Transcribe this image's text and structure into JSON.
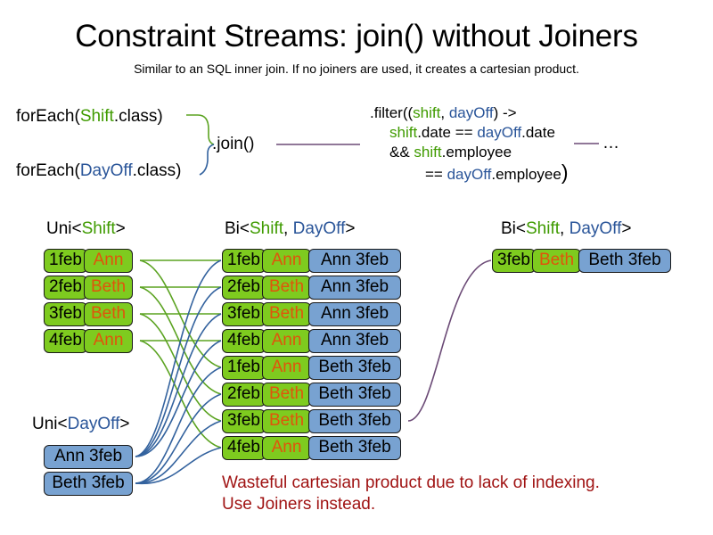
{
  "header": {
    "title": "Constraint Streams: join() without Joiners",
    "subtitle": "Similar to an SQL inner join. If no joiners are used, it creates a cartesian product."
  },
  "code": {
    "foreach_shift": {
      "prefix": "forEach(",
      "type": "Shift",
      "suffix": ".class)"
    },
    "foreach_dayoff": {
      "prefix": "forEach(",
      "type": "DayOff",
      "suffix": ".class)"
    },
    "join_label": ".join()",
    "ellipsis": "…",
    "filter": {
      "line1_a": ".filter(",
      "line1_open": "(",
      "line1_p1": "shift",
      "line1_comma": ", ",
      "line1_p2": "dayOff",
      "line1_b": ") ->",
      "line2_p1": "shift",
      "line2_mid": ".date == ",
      "line2_p2": "dayOff",
      "line2_end": ".date",
      "line3_and": "&& ",
      "line3_p1": "shift",
      "line3_end": ".employee",
      "line4_eq": "== ",
      "line4_p1": "dayOff",
      "line4_end": ".employee",
      "line4_close": ")"
    }
  },
  "captions": {
    "uni_shift": {
      "pre": "Uni<",
      "type": "Shift",
      "post": ">"
    },
    "bi_mid": {
      "pre": "Bi<",
      "t1": "Shift",
      "sep": ", ",
      "t2": "DayOff",
      "post": ">"
    },
    "bi_right": {
      "pre": "Bi<",
      "t1": "Shift",
      "sep": ", ",
      "t2": "DayOff",
      "post": ">"
    },
    "uni_dayoff": {
      "pre": "Uni<",
      "type": "DayOff",
      "post": ">"
    }
  },
  "shift_stream": [
    {
      "date": "1feb",
      "employee": "Ann"
    },
    {
      "date": "2feb",
      "employee": "Beth"
    },
    {
      "date": "3feb",
      "employee": "Beth"
    },
    {
      "date": "4feb",
      "employee": "Ann"
    }
  ],
  "dayoff_stream": [
    {
      "label": "Ann 3feb"
    },
    {
      "label": "Beth 3feb"
    }
  ],
  "cartesian_stream": [
    {
      "date": "1feb",
      "employee": "Ann",
      "dayoff": "Ann 3feb"
    },
    {
      "date": "2feb",
      "employee": "Beth",
      "dayoff": "Ann 3feb"
    },
    {
      "date": "3feb",
      "employee": "Beth",
      "dayoff": "Ann 3feb"
    },
    {
      "date": "4feb",
      "employee": "Ann",
      "dayoff": "Ann 3feb"
    },
    {
      "date": "1feb",
      "employee": "Ann",
      "dayoff": "Beth 3feb"
    },
    {
      "date": "2feb",
      "employee": "Beth",
      "dayoff": "Beth 3feb"
    },
    {
      "date": "3feb",
      "employee": "Beth",
      "dayoff": "Beth 3feb"
    },
    {
      "date": "4feb",
      "employee": "Ann",
      "dayoff": "Beth 3feb"
    }
  ],
  "result_stream": [
    {
      "date": "3feb",
      "employee": "Beth",
      "dayoff": "Beth 3feb"
    }
  ],
  "warning": {
    "line1": "Wasteful cartesian product due to lack of indexing.",
    "line2": "Use Joiners instead."
  },
  "colors": {
    "green_fill": "#7ecb1f",
    "blue_fill": "#78a2d1",
    "green_text": "#3f9b00",
    "blue_text": "#2a5599",
    "orange_text": "#e0540b",
    "warning_text": "#a01313",
    "link_green": "#5ba321",
    "link_blue": "#33629e",
    "link_purple": "#6b4a76",
    "border": "#1a1a1a"
  }
}
